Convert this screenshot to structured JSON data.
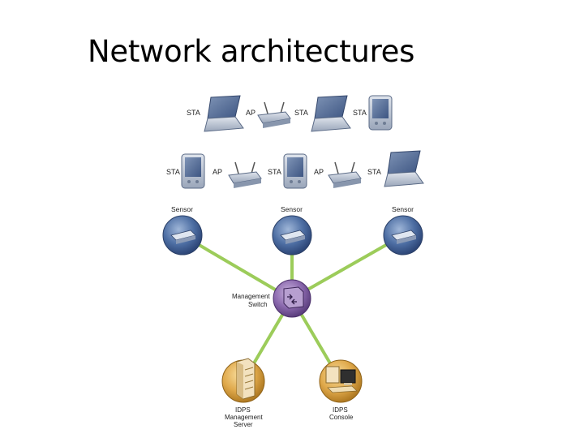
{
  "slide": {
    "title": "Network architectures"
  },
  "diagram": {
    "wireless_row_top": [
      {
        "label": "STA",
        "device": "laptop-icon"
      },
      {
        "label": "AP",
        "device": "access-point-icon"
      },
      {
        "label": "STA",
        "device": "laptop-icon"
      },
      {
        "label": "STA",
        "device": "pda-icon"
      }
    ],
    "wireless_row_bottom": [
      {
        "label": "STA",
        "device": "pda-icon"
      },
      {
        "label": "AP",
        "device": "access-point-icon"
      },
      {
        "label": "STA",
        "device": "pda-icon"
      },
      {
        "label": "AP",
        "device": "access-point-icon"
      },
      {
        "label": "STA",
        "device": "laptop-icon"
      }
    ],
    "sensors": [
      {
        "label": "Sensor"
      },
      {
        "label": "Sensor"
      },
      {
        "label": "Sensor"
      }
    ],
    "switch": {
      "label_line1": "Management",
      "label_line2": "Switch"
    },
    "server": {
      "label_line1": "IDPS",
      "label_line2": "Management",
      "label_line3": "Server"
    },
    "console": {
      "label_line1": "IDPS",
      "label_line2": "Console"
    },
    "colors": {
      "link": "#9ccc5a",
      "sensor_disc": "#3f5f95",
      "switch_disc": "#7a5a9a",
      "server_disc": "#d9a23f"
    }
  }
}
